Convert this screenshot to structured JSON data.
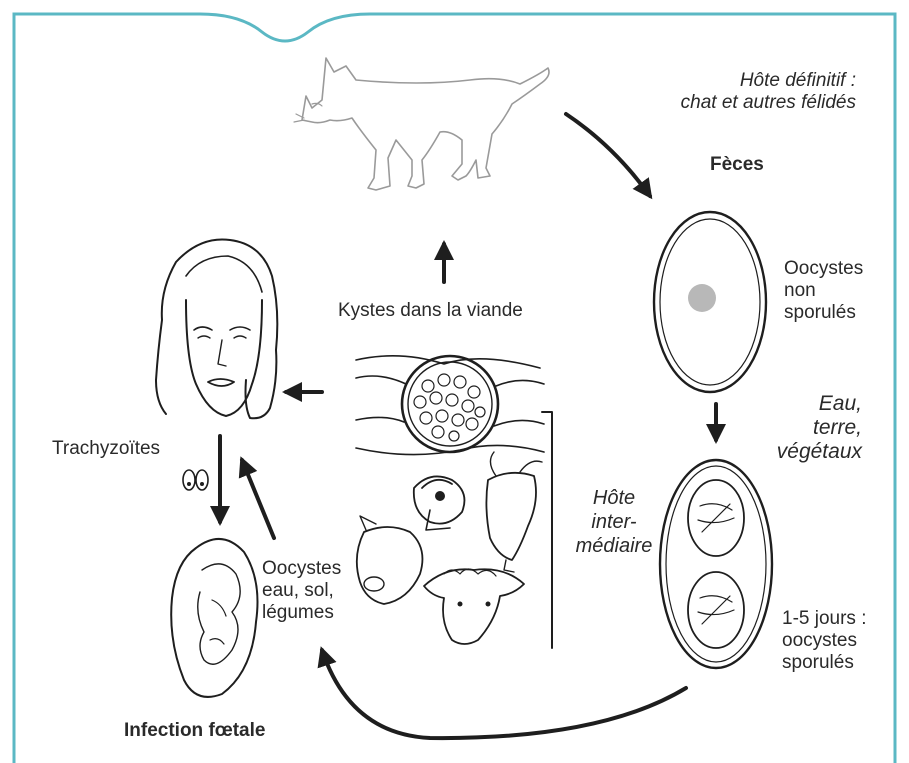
{
  "labels": {
    "definitive_host": [
      "Hôte définitif :",
      "chat et autres félidés"
    ],
    "feces": "Fèces",
    "unsporulated": [
      "Oocystes",
      "non",
      "sporulés"
    ],
    "environment": [
      "Eau,",
      "terre,",
      "végétaux"
    ],
    "sporulated": [
      "1-5 jours :",
      "oocystes",
      "sporulés"
    ],
    "intermediate_host": [
      "Hôte",
      "inter-",
      "médiaire"
    ],
    "meat_cysts": "Kystes dans la viande",
    "trachyzoites": "Trachyzoïtes",
    "oocysts_food": [
      "Oocystes",
      "eau, sol,",
      "légumes"
    ],
    "fetal_infection": "Infection fœtale"
  },
  "colors": {
    "frame": "#5bb8c4",
    "ink": "#1e1e1e"
  },
  "icons": {
    "cat": "cat-icon",
    "woman": "woman-head-icon",
    "fetus": "fetus-icon",
    "oocyst_unsporulated": "oocyst-unsporulated-icon",
    "oocyst_sporulated": "oocyst-sporulated-icon",
    "tissue_cyst": "tissue-cyst-icon",
    "animals": "farm-animals-icon",
    "trachyzoites": "trachyzoites-icon"
  }
}
